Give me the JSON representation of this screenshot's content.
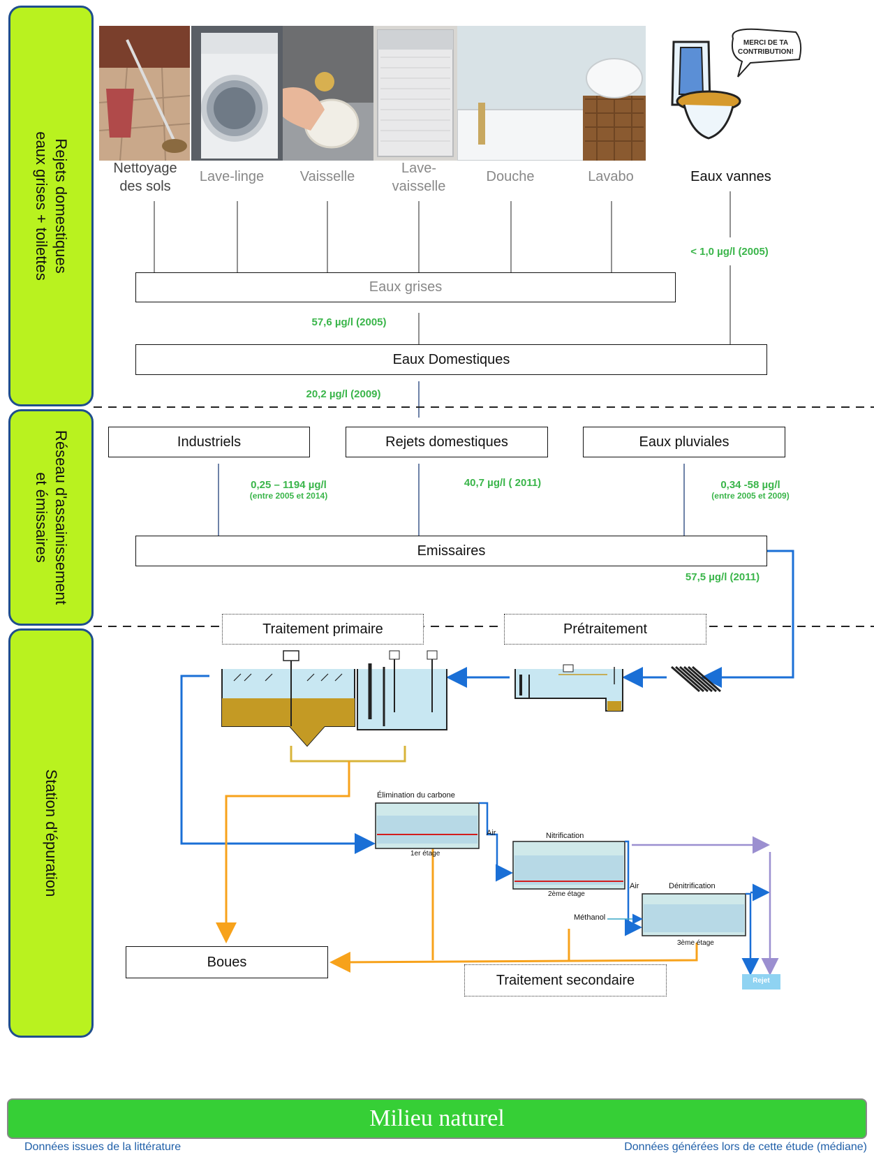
{
  "sidebar": {
    "domestic": "Rejets domestiques\neaux grises + toilettes",
    "network": "Réseau d'assainissement\net émissaires",
    "station": "Station d'épuration"
  },
  "sources": {
    "floor": "Nettoyage\ndes sols",
    "washing_machine": "Lave-linge",
    "dishes": "Vaisselle",
    "dishwasher": "Lave-\nvaisselle",
    "shower": "Douche",
    "sink": "Lavabo",
    "blackwater": "Eaux vannes"
  },
  "cartoon_text": "MERCI DE TA\nCONTRIBUTION!",
  "boxes": {
    "greywater": "Eaux grises",
    "domestic_water": "Eaux Domestiques",
    "industrial": "Industriels",
    "domestic_discharge": "Rejets domestiques",
    "rainwater": "Eaux pluviales",
    "emissaries": "Emissaires",
    "primary": "Traitement primaire",
    "pretreatment": "Prétraitement",
    "sludge": "Boues",
    "secondary": "Traitement secondaire"
  },
  "values": {
    "blackwater": "< 1,0  µg/l (2005)",
    "greywater": "57,6 µg/l (2005)",
    "domestic_2009": "20,2 µg/l (2009)",
    "industrial": "0,25 – 1194  µg/l",
    "industrial_period": "(entre 2005 et 2014)",
    "domestic_2011": "40,7 µg/l ( 2011)",
    "rain": "0,34 -58  µg/l",
    "rain_period": "(entre 2005 et 2009)",
    "emissaries": "57,5 µg/l (2011)"
  },
  "process": {
    "carbon": "Élimination du carbone",
    "stage1": "1er étage",
    "air1": "Air",
    "nitrification": "Nitrification",
    "stage2": "2ème étage",
    "air2": "Air",
    "denitrification": "Dénitrification",
    "methanol": "Méthanol",
    "stage3": "3ème étage",
    "reject": "Rejet"
  },
  "footer": {
    "bar": "Milieu naturel",
    "legend_left": "Données issues de la littérature",
    "legend_right": "Données générées lors de cette étude (médiane)"
  },
  "colors": {
    "sidebar": "#b9f21f",
    "value_green": "#3ab54a",
    "flow_blue": "#1a6fd6",
    "sludge_orange": "#f7a21b",
    "reject_purple": "#9b8fd0",
    "footer_green": "#36cf36"
  }
}
